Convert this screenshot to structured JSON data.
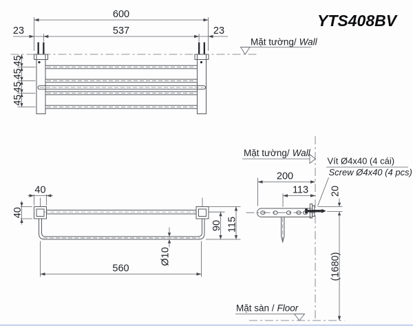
{
  "title": "YTS408BV",
  "plan_view": {
    "wall_label": {
      "vi": "Mặt tường/",
      "en": "Wall"
    },
    "overall_width": "600",
    "mount_span": "537",
    "left_offset": "23",
    "right_offset": "23",
    "bar_spacing": [
      "45",
      "45",
      "45",
      "45"
    ]
  },
  "front_view": {
    "bracket_width": "40",
    "bracket_height": "40",
    "bar_drop": "90",
    "total_drop": "115",
    "bar_diameter": "Ø10",
    "bar_length": "560"
  },
  "side_view": {
    "wall_label": {
      "vi": "Mặt tường/",
      "en": "Wall"
    },
    "floor_label": {
      "vi": "Mặt sàn /",
      "en": "Floor"
    },
    "screw_note": {
      "vi": "Vít Ø4x40 (4 cái)",
      "en": "Screw Ø4x40 (4 pcs)"
    },
    "depth": "200",
    "bar_to_wall": "113",
    "screw_offset": "20",
    "height_from_floor": "(1680)"
  },
  "colors": {
    "line": "#53565a",
    "text": "#212327",
    "screw": "#26282c",
    "footer_border": "#c9d5ef"
  }
}
